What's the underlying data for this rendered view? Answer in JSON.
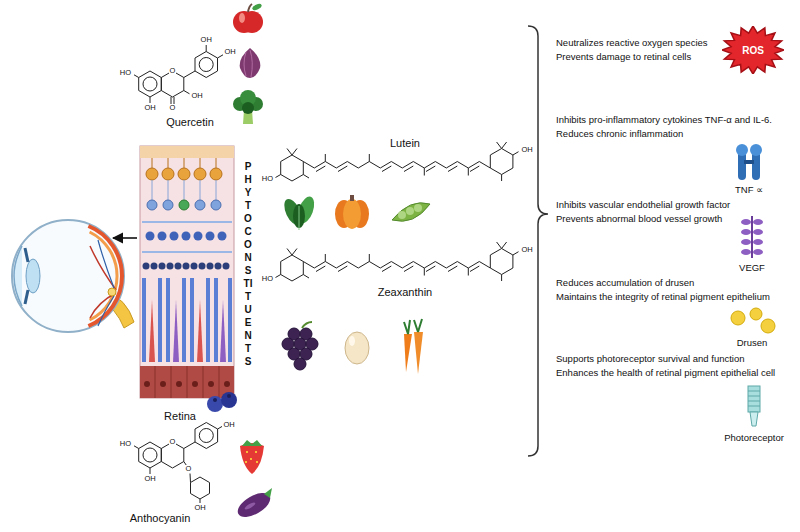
{
  "diagram": {
    "nodes": [
      {
        "text": [
          "ROS"
        ]
      }
    ],
    "labels": [
      "OH",
      "OH",
      "HO",
      "O",
      "OH",
      "OH",
      "O",
      "Quercetin",
      "PHYTOCONSTITUENTS",
      "Lutein",
      "OH",
      "HO",
      "OH",
      "Zeaxanthin",
      "HO",
      "Retina",
      "OH",
      "HO",
      "O",
      "O",
      "OH",
      "OH",
      "Anthocyanin",
      "Neutralizes reactive oxygen species",
      "Prevents damage to retinal cells",
      "Inhibits pro-inflammatory cytokines TNF-α and IL-6.",
      "Reduces chronic inflammation",
      "TNF ∝",
      "Inhibits vascular endothelial growth factor",
      "Prevents abnormal blood vessel growth",
      "VEGF",
      "Reduces accumulation of drusen",
      "Maintains the integrity of retinal pigment epithelium",
      "Drusen",
      "Supports photoreceptor survival and function",
      "Enhances the health of retinal pigment epithelial cell",
      "Photoreceptor"
    ]
  }
}
